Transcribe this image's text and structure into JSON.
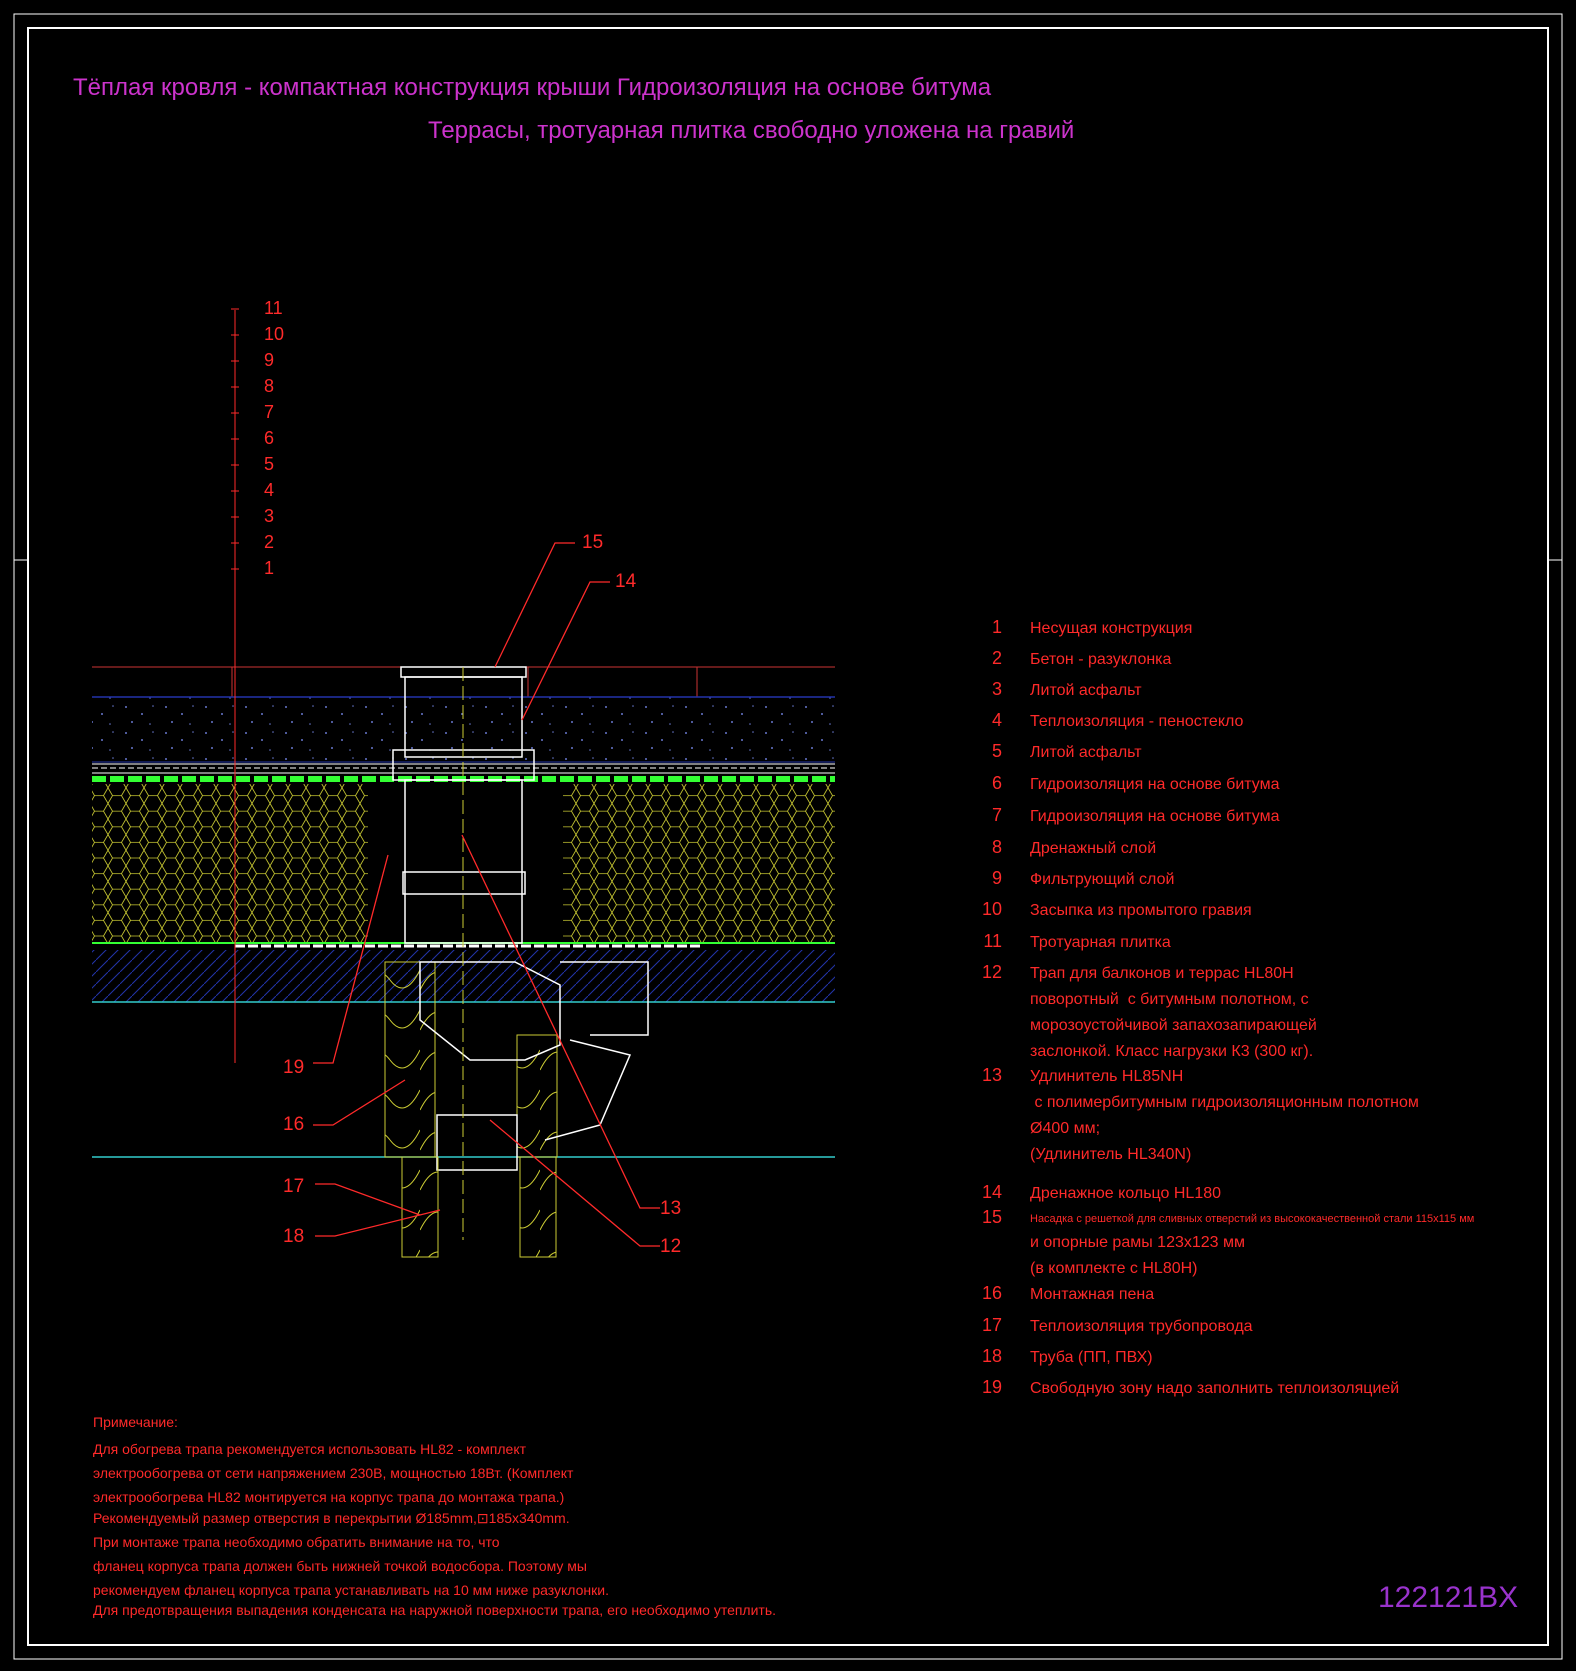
{
  "title": {
    "line1": "Тёплая кровля - компактная конструкция крыши Гидроизоляция на основе битума",
    "line2": "Террасы, тротуарная плитка свободно уложена на гравий"
  },
  "drawing_code": "122121BX",
  "layer_callouts": [
    "11",
    "10",
    "9",
    "8",
    "7",
    "6",
    "5",
    "4",
    "3",
    "2",
    "1"
  ],
  "part_callouts": {
    "c15": "15",
    "c14": "14",
    "c19": "19",
    "c16": "16",
    "c17": "17",
    "c18": "18",
    "c13": "13",
    "c12": "12"
  },
  "legend": [
    {
      "num": "1",
      "text": "Несущая конструкция"
    },
    {
      "num": "2",
      "text": "Бетон - разуклонка"
    },
    {
      "num": "3",
      "text": "Литой асфальт"
    },
    {
      "num": "4",
      "text": "Теплоизоляция - пеностекло"
    },
    {
      "num": "5",
      "text": "Литой асфальт"
    },
    {
      "num": "6",
      "text": "Гидроизоляция на основе битума"
    },
    {
      "num": "7",
      "text": "Гидроизоляция на основе битума"
    },
    {
      "num": "8",
      "text": "Дренажный слой"
    },
    {
      "num": "9",
      "text": "Фильтрующий слой"
    },
    {
      "num": "10",
      "text": "Засыпка из промытого гравия"
    },
    {
      "num": "11",
      "text": "Тротуарная плитка"
    },
    {
      "num": "12",
      "text": "Трап для балконов и террас HL80H\nповоротный  с битумным полотном, с\nморозоустойчивой запахозапирающей\nзаслонкой. Класс нагрузки К3 (300 кг)."
    },
    {
      "num": "13",
      "text": "Удлинитель HL85NH\n с полимербитумным гидроизоляционным полотном\nØ400 мм;\n(Удлинитель HL340N)"
    },
    {
      "num": "14",
      "text": "Дренажное кольцо HL180"
    },
    {
      "num": "15",
      "text": "Насадка с решеткой для сливных отверстий из высококачественной стали 115х115 мм",
      "text2": "и опорные рамы 123х123 мм\n(в комплекте с HL80H)"
    },
    {
      "num": "16",
      "text": "Монтажная пена"
    },
    {
      "num": "17",
      "text": "Теплоизоляция трубопровода"
    },
    {
      "num": "18",
      "text": "Труба (ПП, ПВХ)"
    },
    {
      "num": "19",
      "text": "Свободную зону надо заполнить теплоизоляцией"
    }
  ],
  "notes": {
    "heading": "Примечание:",
    "p1": "Для обогрева трапа рекомендуется использовать HL82 - комплект\nэлектрообогрева от сети напряжением 230В, мощностью 18Вт. (Комплект\nэлектрообогрева HL82 монтируется на корпус трапа до монтажа трапа.)",
    "p2": "Рекомендуемый размер отверстия в перекрытии Ø185mm,⊡185x340mm.\nПри монтаже трапа необходимо обратить внимание на то, что\nфланец корпуса трапа должен быть нижней точкой водосбора. Поэтому мы\nрекомендуем фланец корпуса трапа устанавливать на 10 мм ниже разуклонки.",
    "p3": "Для предотвращения выпадения конденсата на наружной поверхности трапа, его необходимо утеплить."
  },
  "colors": {
    "background": "#000000",
    "title": "#cc33cc",
    "labels": "#ff2a2a",
    "insulation": "#cccc33",
    "membrane": "#33ff33",
    "concrete": "#2233aa",
    "base_lines": "#33cccc",
    "outline": "#ffffff"
  }
}
